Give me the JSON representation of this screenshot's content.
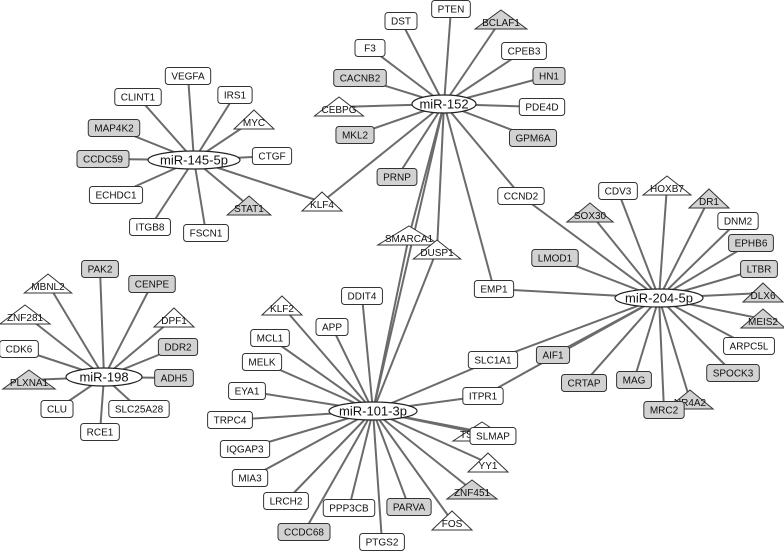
{
  "hubs": [
    {
      "id": "h145",
      "label": "miR-145-5p"
    },
    {
      "id": "h152",
      "label": "miR-152"
    },
    {
      "id": "h198",
      "label": "miR-198"
    },
    {
      "id": "h101",
      "label": "miR-101-3p"
    },
    {
      "id": "h204",
      "label": "miR-204-5p"
    }
  ],
  "targets": [
    {
      "id": "VEGFA",
      "label": "VEGFA",
      "shape": "box",
      "fill": "white"
    },
    {
      "id": "IRS1",
      "label": "IRS1",
      "shape": "box",
      "fill": "white"
    },
    {
      "id": "CLINT1",
      "label": "CLINT1",
      "shape": "box",
      "fill": "white"
    },
    {
      "id": "MYC",
      "label": "MYC",
      "shape": "triangle",
      "fill": "white"
    },
    {
      "id": "MAP4K2",
      "label": "MAP4K2",
      "shape": "box",
      "fill": "gray"
    },
    {
      "id": "CTGF",
      "label": "CTGF",
      "shape": "box",
      "fill": "white"
    },
    {
      "id": "CCDC59",
      "label": "CCDC59",
      "shape": "box",
      "fill": "gray"
    },
    {
      "id": "ECHDC1",
      "label": "ECHDC1",
      "shape": "box",
      "fill": "white"
    },
    {
      "id": "STAT1",
      "label": "STAT1",
      "shape": "triangle",
      "fill": "gray"
    },
    {
      "id": "ITGB8",
      "label": "ITGB8",
      "shape": "box",
      "fill": "white"
    },
    {
      "id": "FSCN1",
      "label": "FSCN1",
      "shape": "box",
      "fill": "white"
    },
    {
      "id": "KLF4",
      "label": "KLF4",
      "shape": "triangle",
      "fill": "white"
    },
    {
      "id": "PTEN",
      "label": "PTEN",
      "shape": "box",
      "fill": "white"
    },
    {
      "id": "DST",
      "label": "DST",
      "shape": "box",
      "fill": "white"
    },
    {
      "id": "BCLAF1",
      "label": "BCLAF1",
      "shape": "triangle",
      "fill": "gray"
    },
    {
      "id": "F3",
      "label": "F3",
      "shape": "box",
      "fill": "white"
    },
    {
      "id": "CPEB3",
      "label": "CPEB3",
      "shape": "box",
      "fill": "white"
    },
    {
      "id": "CACNB2",
      "label": "CACNB2",
      "shape": "box",
      "fill": "gray"
    },
    {
      "id": "HN1",
      "label": "HN1",
      "shape": "box",
      "fill": "gray"
    },
    {
      "id": "CEBPG",
      "label": "CEBPG",
      "shape": "triangle",
      "fill": "white"
    },
    {
      "id": "PDE4D",
      "label": "PDE4D",
      "shape": "box",
      "fill": "white"
    },
    {
      "id": "MKL2",
      "label": "MKL2",
      "shape": "box",
      "fill": "gray"
    },
    {
      "id": "GPM6A",
      "label": "GPM6A",
      "shape": "box",
      "fill": "gray"
    },
    {
      "id": "PRNP",
      "label": "PRNP",
      "shape": "box",
      "fill": "gray"
    },
    {
      "id": "CCND2",
      "label": "CCND2",
      "shape": "box",
      "fill": "white"
    },
    {
      "id": "SMARCA1",
      "label": "SMARCA1",
      "shape": "triangle",
      "fill": "white"
    },
    {
      "id": "DUSP1",
      "label": "DUSP1",
      "shape": "triangle",
      "fill": "white"
    },
    {
      "id": "EMP1",
      "label": "EMP1",
      "shape": "box",
      "fill": "white"
    },
    {
      "id": "PAK2",
      "label": "PAK2",
      "shape": "box",
      "fill": "gray"
    },
    {
      "id": "MBNL2",
      "label": "MBNL2",
      "shape": "triangle",
      "fill": "white"
    },
    {
      "id": "CENPE",
      "label": "CENPE",
      "shape": "box",
      "fill": "gray"
    },
    {
      "id": "ZNF281",
      "label": "ZNF281",
      "shape": "triangle",
      "fill": "white"
    },
    {
      "id": "DPF1",
      "label": "DPF1",
      "shape": "triangle",
      "fill": "white"
    },
    {
      "id": "CDK6",
      "label": "CDK6",
      "shape": "box",
      "fill": "white"
    },
    {
      "id": "DDR2",
      "label": "DDR2",
      "shape": "box",
      "fill": "gray"
    },
    {
      "id": "PLXNA1",
      "label": "PLXNA1",
      "shape": "triangle",
      "fill": "gray"
    },
    {
      "id": "ADH5",
      "label": "ADH5",
      "shape": "box",
      "fill": "gray"
    },
    {
      "id": "CLU",
      "label": "CLU",
      "shape": "box",
      "fill": "white"
    },
    {
      "id": "SLC25A28",
      "label": "SLC25A28",
      "shape": "box",
      "fill": "white"
    },
    {
      "id": "RCE1",
      "label": "RCE1",
      "shape": "box",
      "fill": "white"
    },
    {
      "id": "KLF2",
      "label": "KLF2",
      "shape": "triangle",
      "fill": "white"
    },
    {
      "id": "DDIT4",
      "label": "DDIT4",
      "shape": "box",
      "fill": "white"
    },
    {
      "id": "MCL1",
      "label": "MCL1",
      "shape": "box",
      "fill": "white"
    },
    {
      "id": "APP",
      "label": "APP",
      "shape": "box",
      "fill": "white"
    },
    {
      "id": "MELK",
      "label": "MELK",
      "shape": "box",
      "fill": "white"
    },
    {
      "id": "SLC1A1",
      "label": "SLC1A1",
      "shape": "box",
      "fill": "white"
    },
    {
      "id": "EYA1",
      "label": "EYA1",
      "shape": "box",
      "fill": "white"
    },
    {
      "id": "ITPR1",
      "label": "ITPR1",
      "shape": "box",
      "fill": "white"
    },
    {
      "id": "TRPC4",
      "label": "TRPC4",
      "shape": "box",
      "fill": "white"
    },
    {
      "id": "TSC22D1",
      "label": "TSC22D1",
      "shape": "triangle",
      "fill": "white"
    },
    {
      "id": "IQGAP3",
      "label": "IQGAP3",
      "shape": "box",
      "fill": "white"
    },
    {
      "id": "SLMAP",
      "label": "SLMAP",
      "shape": "box",
      "fill": "white"
    },
    {
      "id": "MIA3",
      "label": "MIA3",
      "shape": "box",
      "fill": "white"
    },
    {
      "id": "YY1",
      "label": "YY1",
      "shape": "triangle",
      "fill": "white"
    },
    {
      "id": "LRCH2",
      "label": "LRCH2",
      "shape": "box",
      "fill": "white"
    },
    {
      "id": "ZNF451",
      "label": "ZNF451",
      "shape": "triangle",
      "fill": "gray"
    },
    {
      "id": "PPP3CB",
      "label": "PPP3CB",
      "shape": "box",
      "fill": "white"
    },
    {
      "id": "PARVA",
      "label": "PARVA",
      "shape": "box",
      "fill": "gray"
    },
    {
      "id": "FOS",
      "label": "FOS",
      "shape": "triangle",
      "fill": "white"
    },
    {
      "id": "CCDC68",
      "label": "CCDC68",
      "shape": "box",
      "fill": "gray"
    },
    {
      "id": "PTGS2",
      "label": "PTGS2",
      "shape": "box",
      "fill": "white"
    },
    {
      "id": "HOXB7",
      "label": "HOXB7",
      "shape": "triangle",
      "fill": "white"
    },
    {
      "id": "CDV3",
      "label": "CDV3",
      "shape": "box",
      "fill": "white"
    },
    {
      "id": "DR1",
      "label": "DR1",
      "shape": "triangle",
      "fill": "gray"
    },
    {
      "id": "SOX30",
      "label": "SOX30",
      "shape": "triangle",
      "fill": "gray"
    },
    {
      "id": "DNM2",
      "label": "DNM2",
      "shape": "box",
      "fill": "white"
    },
    {
      "id": "EPHB6",
      "label": "EPHB6",
      "shape": "box",
      "fill": "gray"
    },
    {
      "id": "LMOD1",
      "label": "LMOD1",
      "shape": "box",
      "fill": "gray"
    },
    {
      "id": "LTBR",
      "label": "LTBR",
      "shape": "box",
      "fill": "gray"
    },
    {
      "id": "DLX6",
      "label": "DLX6",
      "shape": "triangle",
      "fill": "gray"
    },
    {
      "id": "MEIS2",
      "label": "MEIS2",
      "shape": "triangle",
      "fill": "gray"
    },
    {
      "id": "ARPC5L",
      "label": "ARPC5L",
      "shape": "box",
      "fill": "white"
    },
    {
      "id": "AIF1",
      "label": "AIF1",
      "shape": "box",
      "fill": "gray"
    },
    {
      "id": "SPOCK3",
      "label": "SPOCK3",
      "shape": "box",
      "fill": "gray"
    },
    {
      "id": "CRTAP",
      "label": "CRTAP",
      "shape": "box",
      "fill": "gray"
    },
    {
      "id": "MAG",
      "label": "MAG",
      "shape": "box",
      "fill": "gray"
    },
    {
      "id": "NR4A2",
      "label": "NR4A2",
      "shape": "triangle",
      "fill": "gray"
    },
    {
      "id": "MRC2",
      "label": "MRC2",
      "shape": "box",
      "fill": "gray"
    }
  ],
  "edges": [
    [
      "h145",
      "VEGFA"
    ],
    [
      "h145",
      "IRS1"
    ],
    [
      "h145",
      "CLINT1"
    ],
    [
      "h145",
      "MYC"
    ],
    [
      "h145",
      "MAP4K2"
    ],
    [
      "h145",
      "CTGF"
    ],
    [
      "h145",
      "CCDC59"
    ],
    [
      "h145",
      "ECHDC1"
    ],
    [
      "h145",
      "STAT1"
    ],
    [
      "h145",
      "ITGB8"
    ],
    [
      "h145",
      "FSCN1"
    ],
    [
      "h145",
      "KLF4"
    ],
    [
      "h152",
      "PTEN"
    ],
    [
      "h152",
      "DST"
    ],
    [
      "h152",
      "BCLAF1"
    ],
    [
      "h152",
      "F3"
    ],
    [
      "h152",
      "CPEB3"
    ],
    [
      "h152",
      "CACNB2"
    ],
    [
      "h152",
      "HN1"
    ],
    [
      "h152",
      "CEBPG"
    ],
    [
      "h152",
      "PDE4D"
    ],
    [
      "h152",
      "MKL2"
    ],
    [
      "h152",
      "GPM6A"
    ],
    [
      "h152",
      "PRNP"
    ],
    [
      "h152",
      "KLF4"
    ],
    [
      "h152",
      "CCND2"
    ],
    [
      "h152",
      "SMARCA1"
    ],
    [
      "h152",
      "DUSP1"
    ],
    [
      "h152",
      "EMP1"
    ],
    [
      "h198",
      "PAK2"
    ],
    [
      "h198",
      "MBNL2"
    ],
    [
      "h198",
      "CENPE"
    ],
    [
      "h198",
      "ZNF281"
    ],
    [
      "h198",
      "DPF1"
    ],
    [
      "h198",
      "CDK6"
    ],
    [
      "h198",
      "DDR2"
    ],
    [
      "h198",
      "PLXNA1"
    ],
    [
      "h198",
      "ADH5"
    ],
    [
      "h198",
      "CLU"
    ],
    [
      "h198",
      "SLC25A28"
    ],
    [
      "h198",
      "RCE1"
    ],
    [
      "h101",
      "KLF2"
    ],
    [
      "h101",
      "DDIT4"
    ],
    [
      "h101",
      "MCL1"
    ],
    [
      "h101",
      "APP"
    ],
    [
      "h101",
      "MELK"
    ],
    [
      "h101",
      "SLC1A1"
    ],
    [
      "h101",
      "EYA1"
    ],
    [
      "h101",
      "ITPR1"
    ],
    [
      "h101",
      "TRPC4"
    ],
    [
      "h101",
      "TSC22D1"
    ],
    [
      "h101",
      "IQGAP3"
    ],
    [
      "h101",
      "SLMAP"
    ],
    [
      "h101",
      "MIA3"
    ],
    [
      "h101",
      "YY1"
    ],
    [
      "h101",
      "LRCH2"
    ],
    [
      "h101",
      "ZNF451"
    ],
    [
      "h101",
      "PPP3CB"
    ],
    [
      "h101",
      "PARVA"
    ],
    [
      "h101",
      "FOS"
    ],
    [
      "h101",
      "CCDC68"
    ],
    [
      "h101",
      "PTGS2"
    ],
    [
      "h101",
      "SMARCA1"
    ],
    [
      "h101",
      "DUSP1"
    ],
    [
      "h101",
      "h152"
    ],
    [
      "h204",
      "HOXB7"
    ],
    [
      "h204",
      "CDV3"
    ],
    [
      "h204",
      "DR1"
    ],
    [
      "h204",
      "SOX30"
    ],
    [
      "h204",
      "DNM2"
    ],
    [
      "h204",
      "EPHB6"
    ],
    [
      "h204",
      "LMOD1"
    ],
    [
      "h204",
      "LTBR"
    ],
    [
      "h204",
      "DLX6"
    ],
    [
      "h204",
      "MEIS2"
    ],
    [
      "h204",
      "ARPC5L"
    ],
    [
      "h204",
      "AIF1"
    ],
    [
      "h204",
      "SPOCK3"
    ],
    [
      "h204",
      "CRTAP"
    ],
    [
      "h204",
      "MAG"
    ],
    [
      "h204",
      "NR4A2"
    ],
    [
      "h204",
      "MRC2"
    ],
    [
      "h204",
      "CCND2"
    ],
    [
      "h204",
      "EMP1"
    ],
    [
      "h204",
      "SLC1A1"
    ],
    [
      "h204",
      "ITPR1"
    ]
  ]
}
